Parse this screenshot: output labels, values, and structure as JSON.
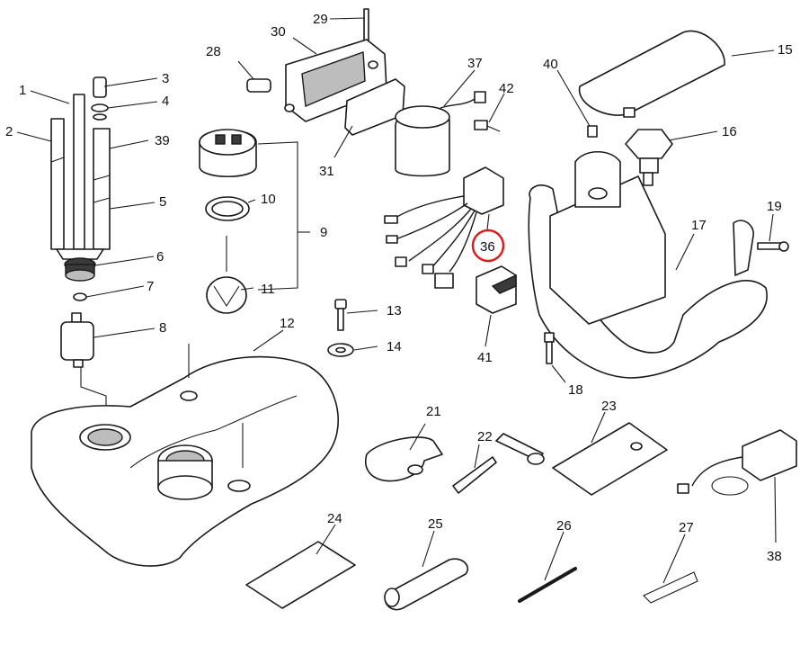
{
  "highlight_color": "#d81e1e",
  "highlighted_callout": "36",
  "callouts": {
    "c1": "1",
    "c2": "2",
    "c3": "3",
    "c4": "4",
    "c5": "5",
    "c6": "6",
    "c7": "7",
    "c8": "8",
    "c9": "9",
    "c10": "10",
    "c11": "11",
    "c12": "12",
    "c13": "13",
    "c14": "14",
    "c15": "15",
    "c16": "16",
    "c17": "17",
    "c18": "18",
    "c19": "19",
    "c21": "21",
    "c22": "22",
    "c23": "23",
    "c24": "24",
    "c25": "25",
    "c26": "26",
    "c27": "27",
    "c28": "28",
    "c29": "29",
    "c30": "30",
    "c31": "31",
    "c36": "36",
    "c37": "37",
    "c38": "38",
    "c39": "39",
    "c40": "40",
    "c41": "41",
    "c42": "42"
  }
}
